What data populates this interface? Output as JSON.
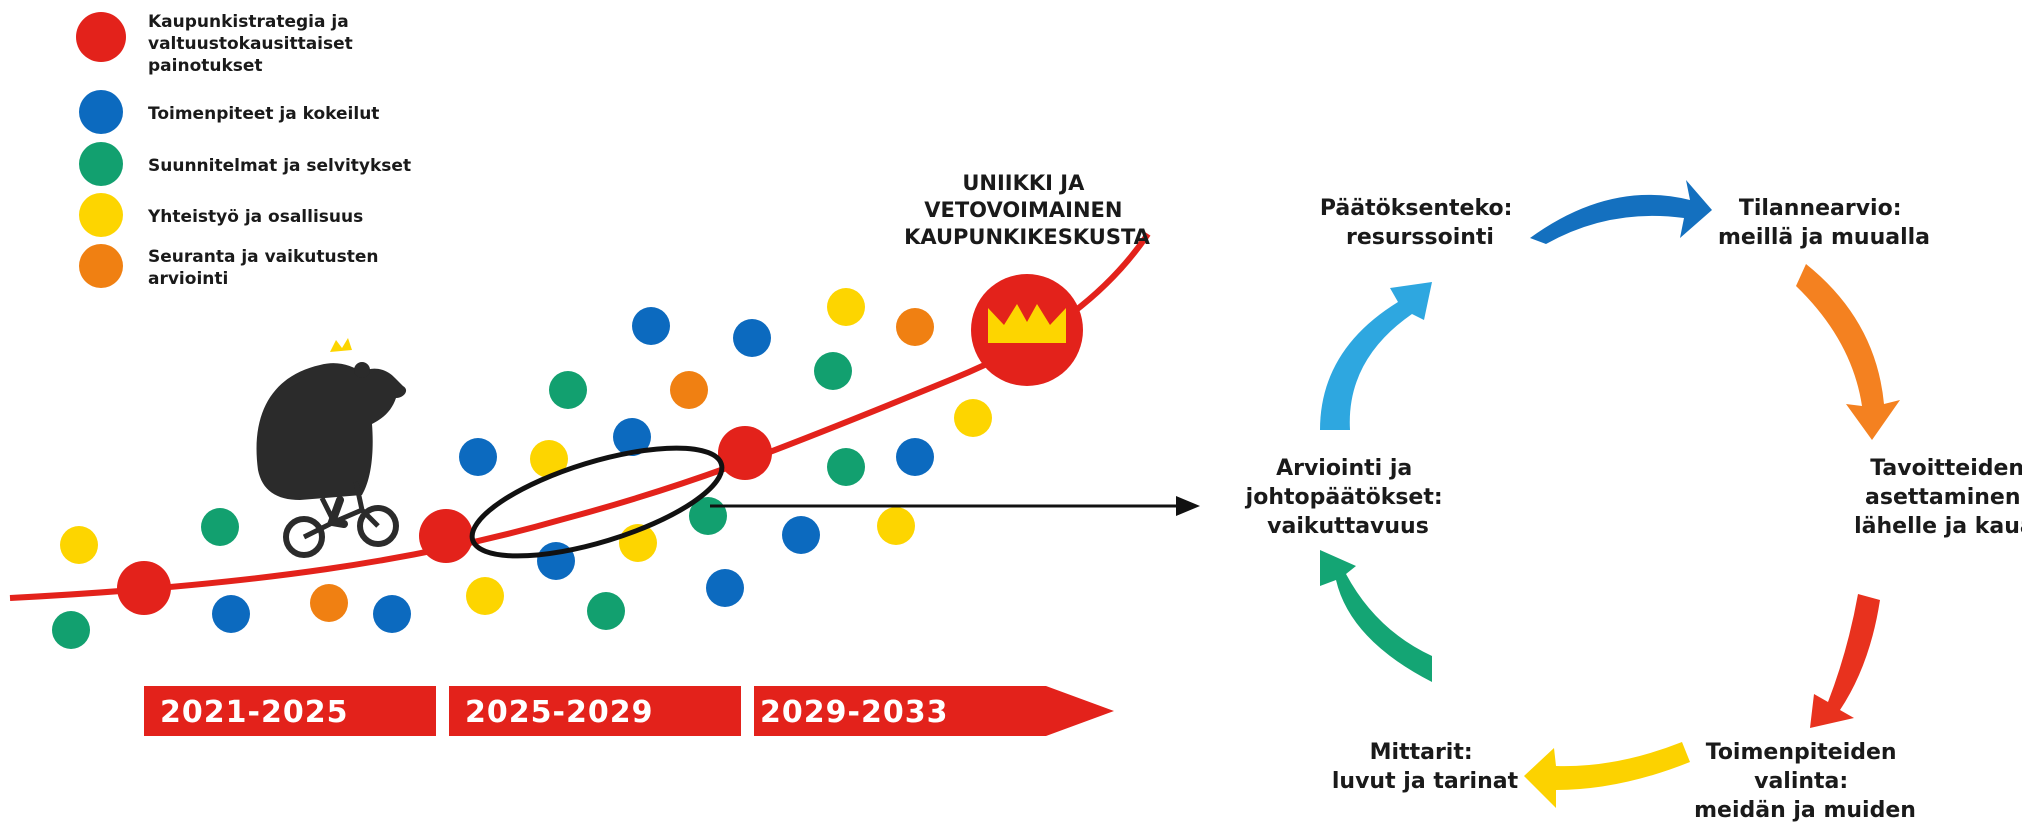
{
  "legend": [
    {
      "color": "#e3221b",
      "lines": [
        "Kaupunkistrategia ja",
        "valtuustokausittaiset",
        "painotukset"
      ]
    },
    {
      "color": "#0c6abf",
      "lines": [
        "Toimenpiteet ja kokeilut"
      ]
    },
    {
      "color": "#12a06f",
      "lines": [
        "Suunnitelmat ja selvitykset"
      ]
    },
    {
      "color": "#fdd500",
      "lines": [
        "Yhteistyö ja osallisuus"
      ]
    },
    {
      "color": "#f08012",
      "lines": [
        "Seuranta ja vaikutusten",
        "arviointi"
      ]
    }
  ],
  "goal": {
    "lines": [
      "UNIIKKI JA",
      "VETOVOIMAINEN",
      "KAUPUNKIKESKUSTA"
    ]
  },
  "periods": [
    "2021-2025",
    "2025-2029",
    "2029-2033"
  ],
  "cycle": [
    {
      "lines": [
        "Tilannearvio:",
        "meillä ja muualla"
      ]
    },
    {
      "lines": [
        "Tavoitteiden",
        "asettaminen:",
        "lähelle ja kauas"
      ]
    },
    {
      "lines": [
        "Toimenpiteiden",
        "valinta:",
        "meidän ja muiden"
      ]
    },
    {
      "lines": [
        "Mittarit:",
        "luvut ja tarinat"
      ]
    },
    {
      "lines": [
        "Arviointi ja",
        "johtopäätökset:",
        "vaikuttavuus"
      ]
    },
    {
      "lines": [
        "Päätöksenteko:",
        "resurssointi"
      ]
    }
  ],
  "cycle_arrow_colors": [
    "#1470bf",
    "#f48120",
    "#e8321e",
    "#fcd200",
    "#14a574",
    "#2ea7e0"
  ],
  "colors": {
    "red": "#e3221b",
    "blue": "#0c6abf",
    "green": "#12a06f",
    "yellow": "#fdd500",
    "orange": "#f08012",
    "bear": "#2b2b2b",
    "crown": "#fdd500"
  }
}
